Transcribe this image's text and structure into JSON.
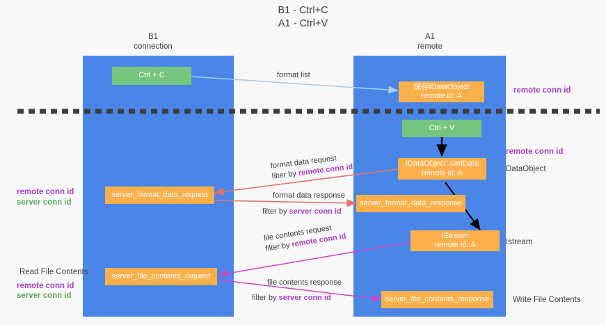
{
  "title": {
    "line1": "B1 - Ctrl+C",
    "line2": "A1 - Ctrl+V"
  },
  "columns": [
    {
      "name": "B1",
      "sub": "connection"
    },
    {
      "name": "A1",
      "sub": "remote"
    }
  ],
  "boxes": {
    "ctrl_c": "Ctrl + C",
    "ctrl_v": "Ctrl + V",
    "idataobject_remote": "保存IDataObject\nremote id: A",
    "idataobject_remote_l1": "保存IDataObject",
    "idataobject_remote_l2": "remote id: A",
    "getdata_l1": "IDataObject::GetData",
    "getdata_l2": "remote id: A",
    "istream_l1": "IStream",
    "istream_l2": "remote id: A",
    "server_format_data_request": "server_format_data_request",
    "server_format_data_response": "server_format_data_response",
    "server_file_contents_request": "server_file_contents_request",
    "server_file_contents_response": "server_file_contents_response"
  },
  "edge_labels": {
    "format_list": "format list",
    "format_data_request": "format data request",
    "format_data_request_filter_pre": "filter by ",
    "format_data_request_filter_key": "remote conn id",
    "format_data_response": "format data response",
    "format_data_response_filter_pre": "filter by ",
    "format_data_response_filter_key": "server conn id",
    "file_contents_request": "file contents request",
    "file_contents_request_filter_pre": "filter by ",
    "file_contents_request_filter_key": "remote conn id",
    "file_contents_response": "file contents response",
    "file_contents_response_filter_pre": "filter by ",
    "file_contents_response_filter_key": "server conn id"
  },
  "right_labels": {
    "remote_conn_id_top": "remote conn id",
    "remote_conn_id_mid": "remote conn id",
    "dataobject": "DataObject",
    "istream": "Istream",
    "write_file_contents": "Write File Contents"
  },
  "left_labels": {
    "remote_conn_id": "remote conn id",
    "server_conn_id": "server conn id",
    "read_file_contents": "Read File Contents",
    "remote_conn_id_2": "remote conn id",
    "server_conn_id_2": "server conn id"
  },
  "colors": {
    "panel": "#4a86e8",
    "green_box": "#76c57f",
    "orange_box": "#fbb04b",
    "purple": "#a93fc4",
    "green_text": "#5aa85f",
    "arrow_blue": "#a6cdee",
    "arrow_red": "#e8706a",
    "arrow_magenta": "#cc44c4",
    "arrow_black": "#000000",
    "divider": "#3d3d3d",
    "background": "#f8f8f8"
  }
}
